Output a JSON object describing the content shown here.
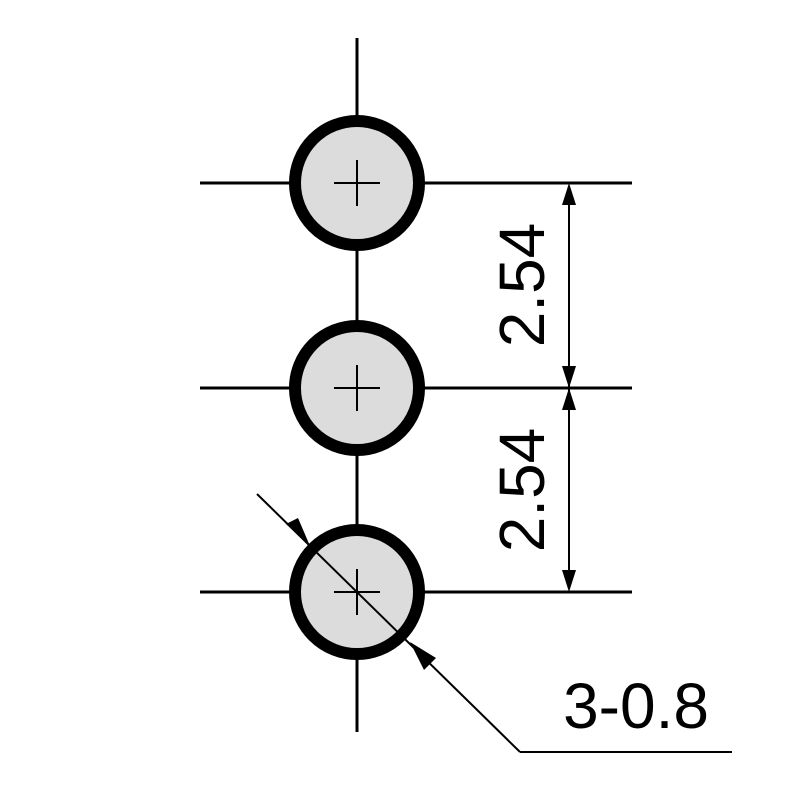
{
  "drawing": {
    "hole_count": 3,
    "pitch_top": "2.54",
    "pitch_bottom": "2.54",
    "hole_callout": "3-0.8"
  },
  "colors": {
    "line": "#000000",
    "hole_fill": "#dcdcdc",
    "background": "#ffffff"
  }
}
